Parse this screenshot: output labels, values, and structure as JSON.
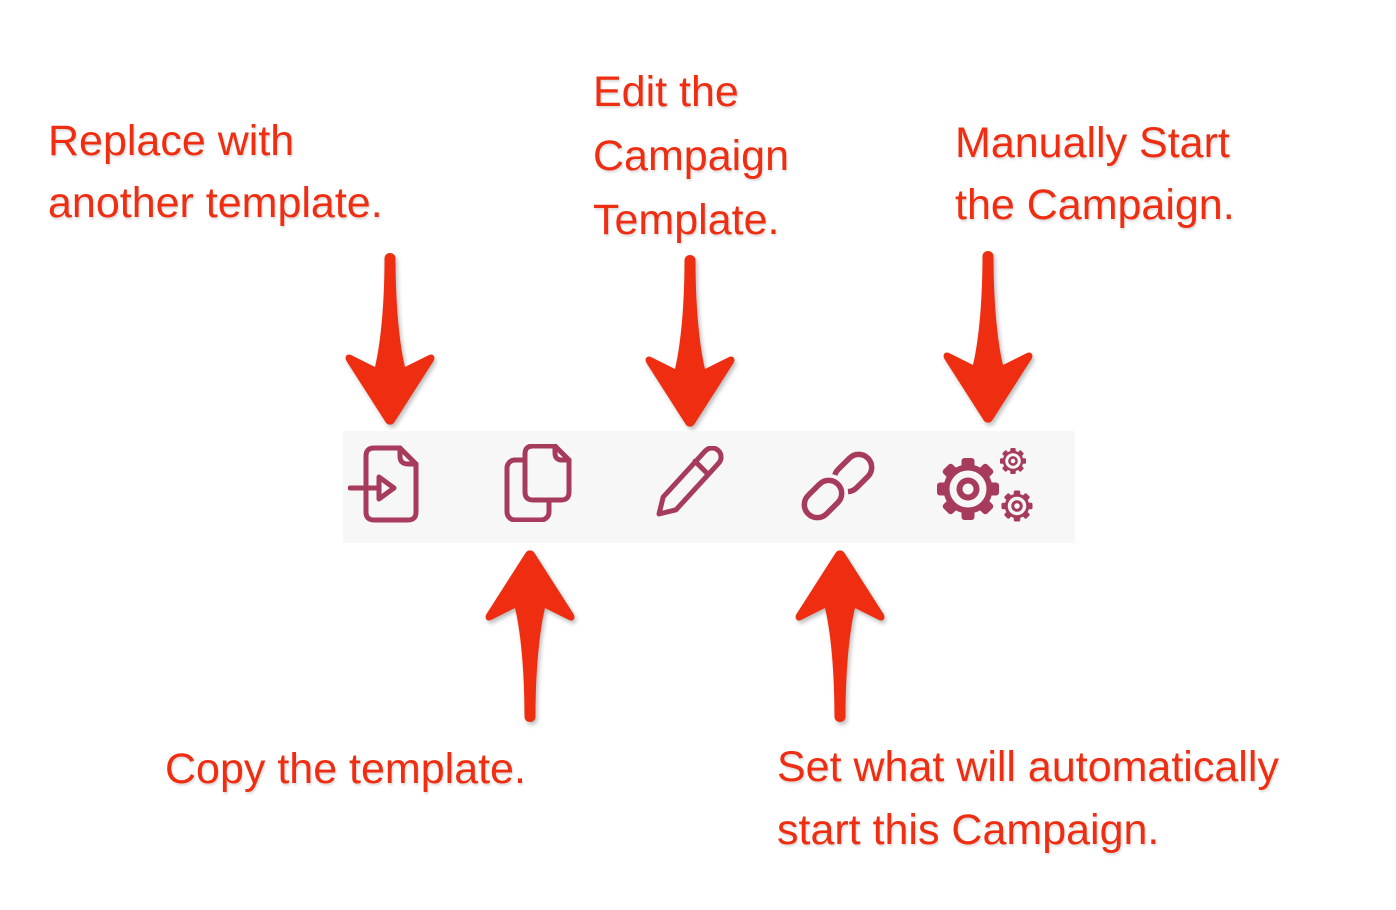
{
  "colors": {
    "annotation_red": "#ee2d11",
    "icon_maroon": "#a63b5c",
    "toolbar_background": "#f7f7f8",
    "page_background": "#ffffff"
  },
  "annotations": [
    {
      "id": "replace-template",
      "text": "Replace with\nanother template."
    },
    {
      "id": "edit-template",
      "text": "Edit the\nCampaign\nTemplate."
    },
    {
      "id": "manually-start",
      "text": "Manually Start\nthe Campaign."
    },
    {
      "id": "copy-template",
      "text": "Copy the template."
    },
    {
      "id": "auto-start",
      "text": "Set what will automatically\nstart this Campaign."
    }
  ],
  "toolbar": {
    "icons": [
      {
        "name": "import-template-icon"
      },
      {
        "name": "copy-template-icon"
      },
      {
        "name": "edit-pencil-icon"
      },
      {
        "name": "link-icon"
      },
      {
        "name": "settings-gears-icon"
      }
    ]
  }
}
